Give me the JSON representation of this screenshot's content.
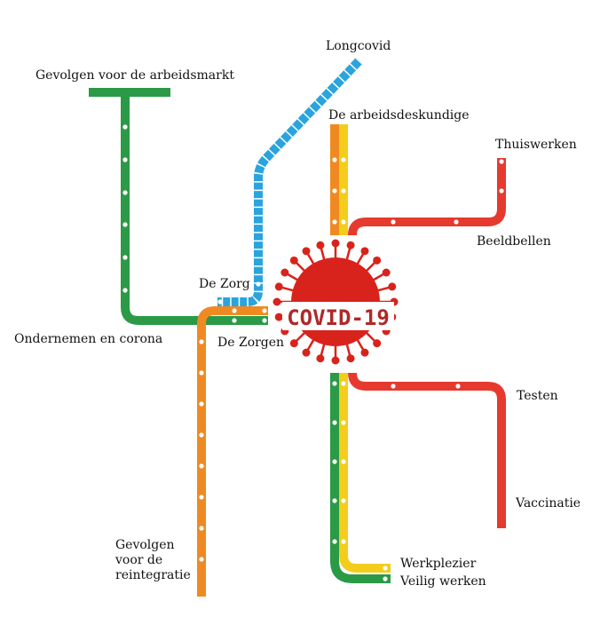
{
  "title_badge": "COVID-19",
  "colors": {
    "green": "#2b9a47",
    "orange": "#ef8a22",
    "yellow": "#f4cd1c",
    "red": "#e63a2f",
    "blue": "#29a4de",
    "virus": "#d8231c"
  },
  "stations": {
    "arbeidsmarkt": "Gevolgen voor de arbeidsmarkt",
    "longcovid": "Longcovid",
    "arbeidsdeskundige": "De arbeidsdeskundige",
    "thuiswerken": "Thuiswerken",
    "beeldbellen": "Beeldbellen",
    "zorg": "De Zorg",
    "ondernemen": "Ondernemen en corona",
    "zorgen": "De Zorgen",
    "testen": "Testen",
    "vaccinatie": "Vaccinatie",
    "reintegratie": [
      "Gevolgen",
      "voor de",
      "reintegratie"
    ],
    "werkplezier": "Werkplezier",
    "veilig": "Veilig werken"
  }
}
